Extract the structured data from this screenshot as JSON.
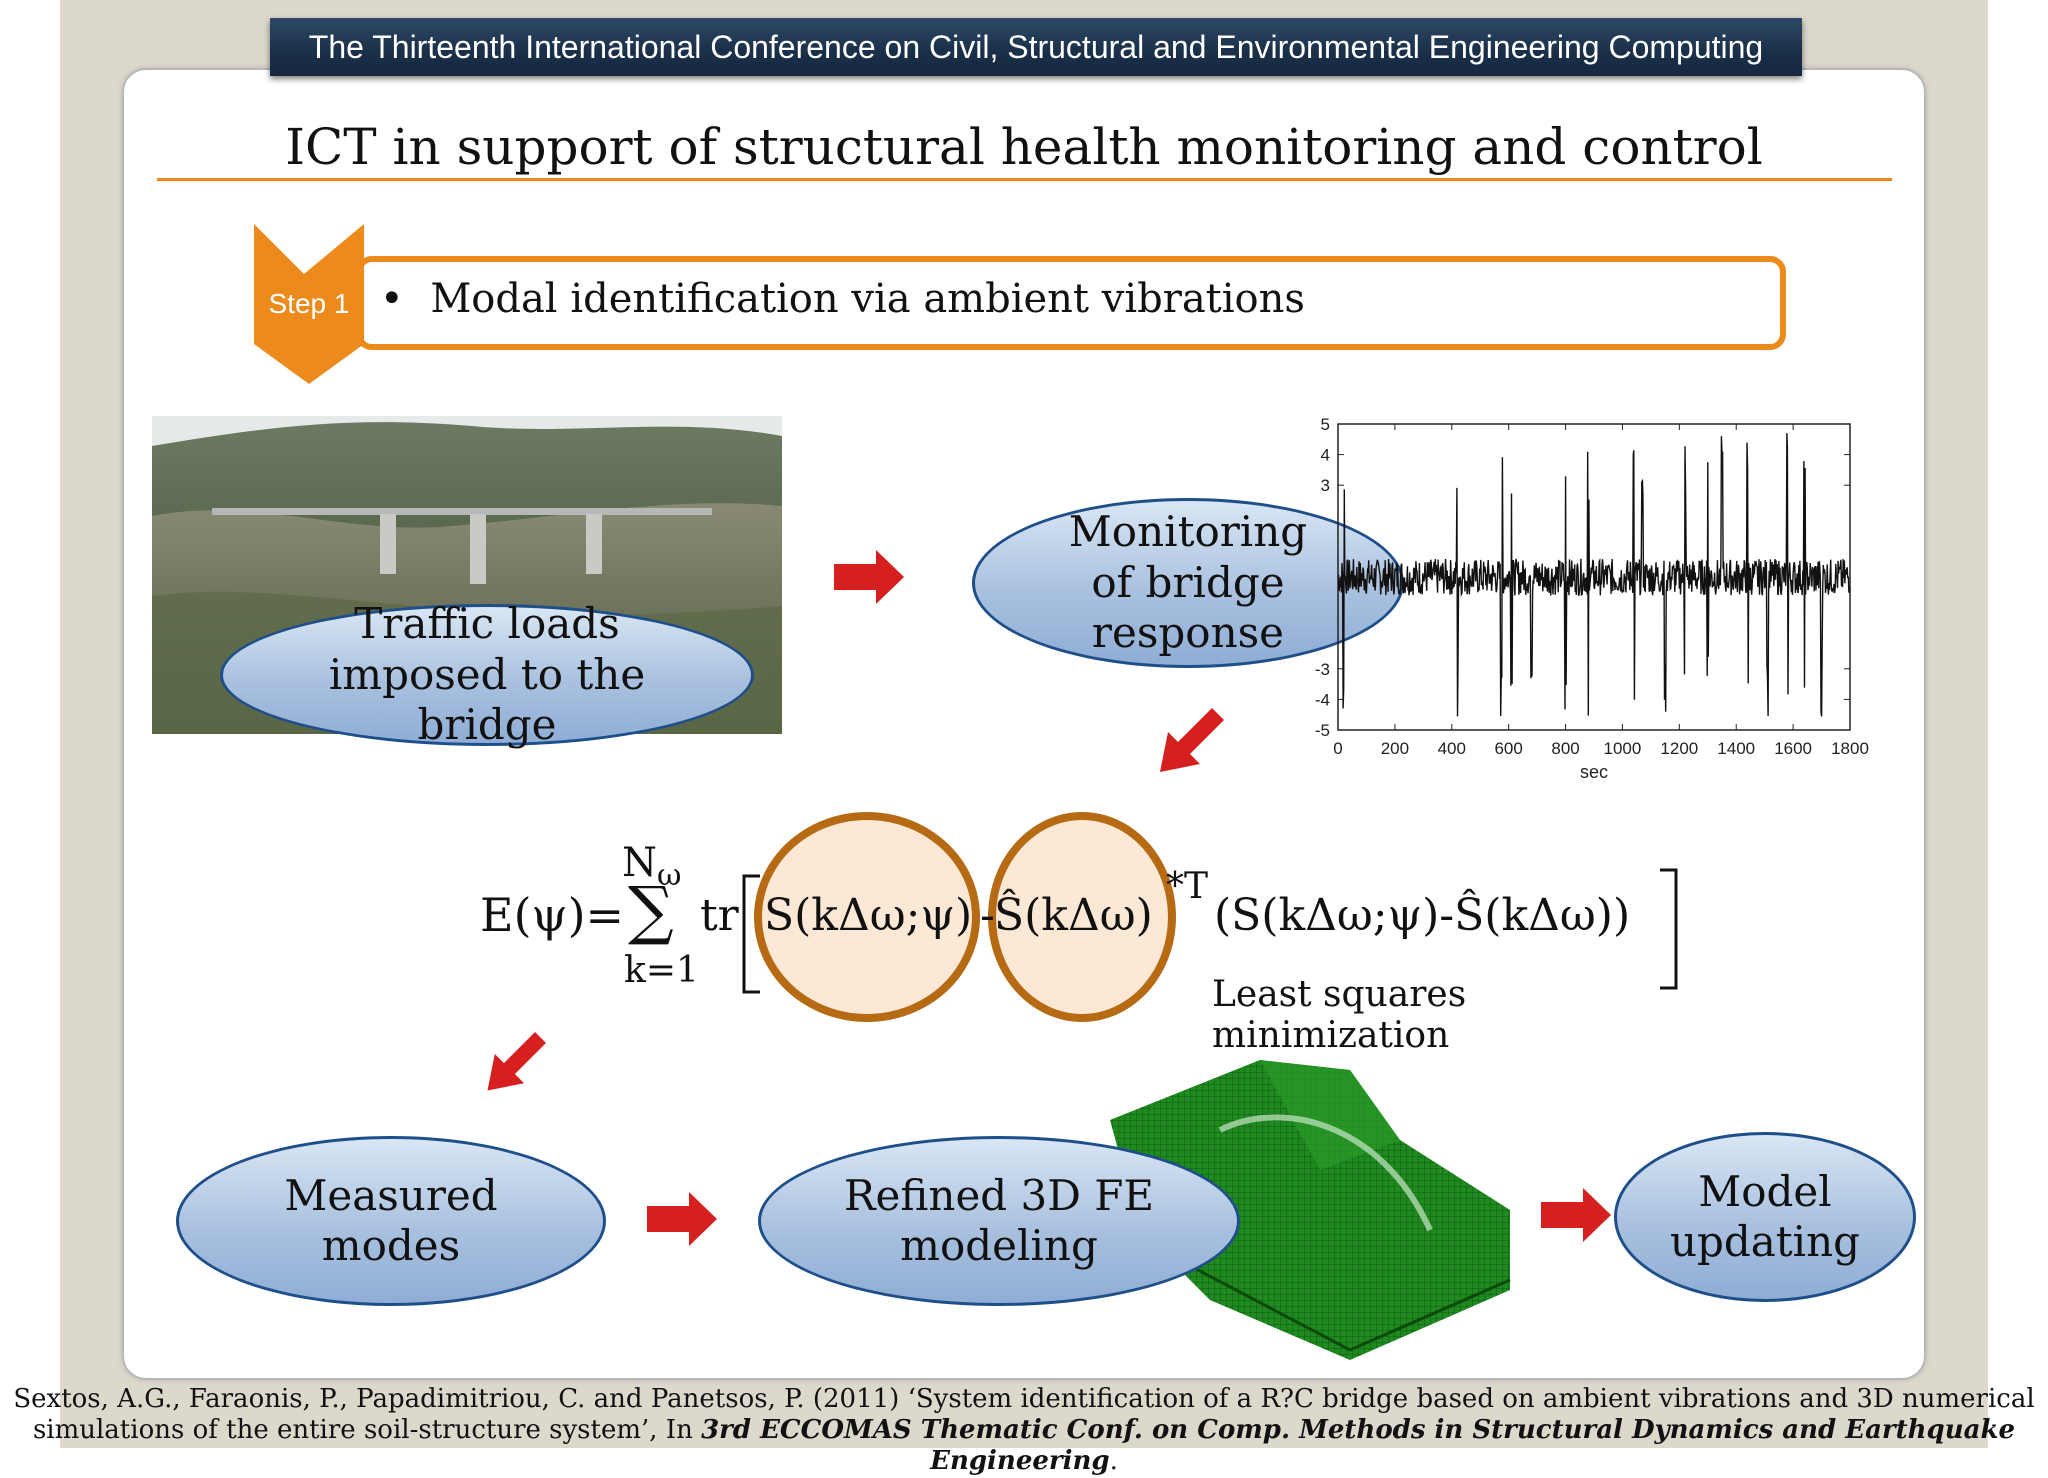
{
  "header": {
    "conference": "The Thirteenth International Conference on Civil, Structural and Environmental Engineering Computing"
  },
  "slide": {
    "title": "ICT in support of structural health monitoring and control",
    "step": {
      "badge": "Step 1",
      "bullet": "•",
      "text": "Modal identification via ambient vibrations"
    }
  },
  "nodes": {
    "traffic": "Traffic loads\nimposed to the\nbridge",
    "monitoring": "Monitoring\nof bridge\nresponse",
    "measured": "Measured\nmodes",
    "refined": "Refined 3D FE\nmodeling",
    "updating": "Model\nupdating"
  },
  "chart_data": {
    "type": "line",
    "xlabel": "sec",
    "ylabel": "",
    "x_ticks": [
      "0",
      "200",
      "400",
      "600",
      "800",
      "1000",
      "1200",
      "1400",
      "1600",
      "1800"
    ],
    "y_ticks": [
      "5",
      "4",
      "3",
      "-3",
      "-4",
      "-5"
    ],
    "xlim": [
      0,
      1800
    ],
    "ylim": [
      -5,
      5
    ]
  },
  "formula": {
    "lhs": "E(ψ)=",
    "sum": "∑",
    "upper": "N",
    "upper_sub": "ω",
    "lower": "k=1",
    "tr": "tr",
    "term1": "S(kΔω;ψ)",
    "minus": "-",
    "term2": "Ŝ(kΔω)",
    "sup": "*T",
    "term3": "(S(kΔω;ψ)-Ŝ(kΔω))",
    "caption": "Least squares minimization"
  },
  "citation": {
    "line1": "Sextos, A.G., Faraonis, P., Papadimitriou, C. and Panetsos, P. (2011) ‘System identification of a R?C bridge based on ambient vibrations and 3D numerical",
    "line2a": "simulations of the entire soil-structure system’, In ",
    "line2b": "3rd ECCOMAS Thematic Conf. on Comp. Methods in Structural Dynamics and Earthquake Engineering",
    "line2c": "."
  },
  "colors": {
    "accent": "#ec8a1c",
    "banner": "#1a2f48",
    "ellipse_border": "#1f4f8a",
    "arrow": "#d61f1f",
    "circle": "#b76a14",
    "fe_green": "#1f8a1f"
  }
}
